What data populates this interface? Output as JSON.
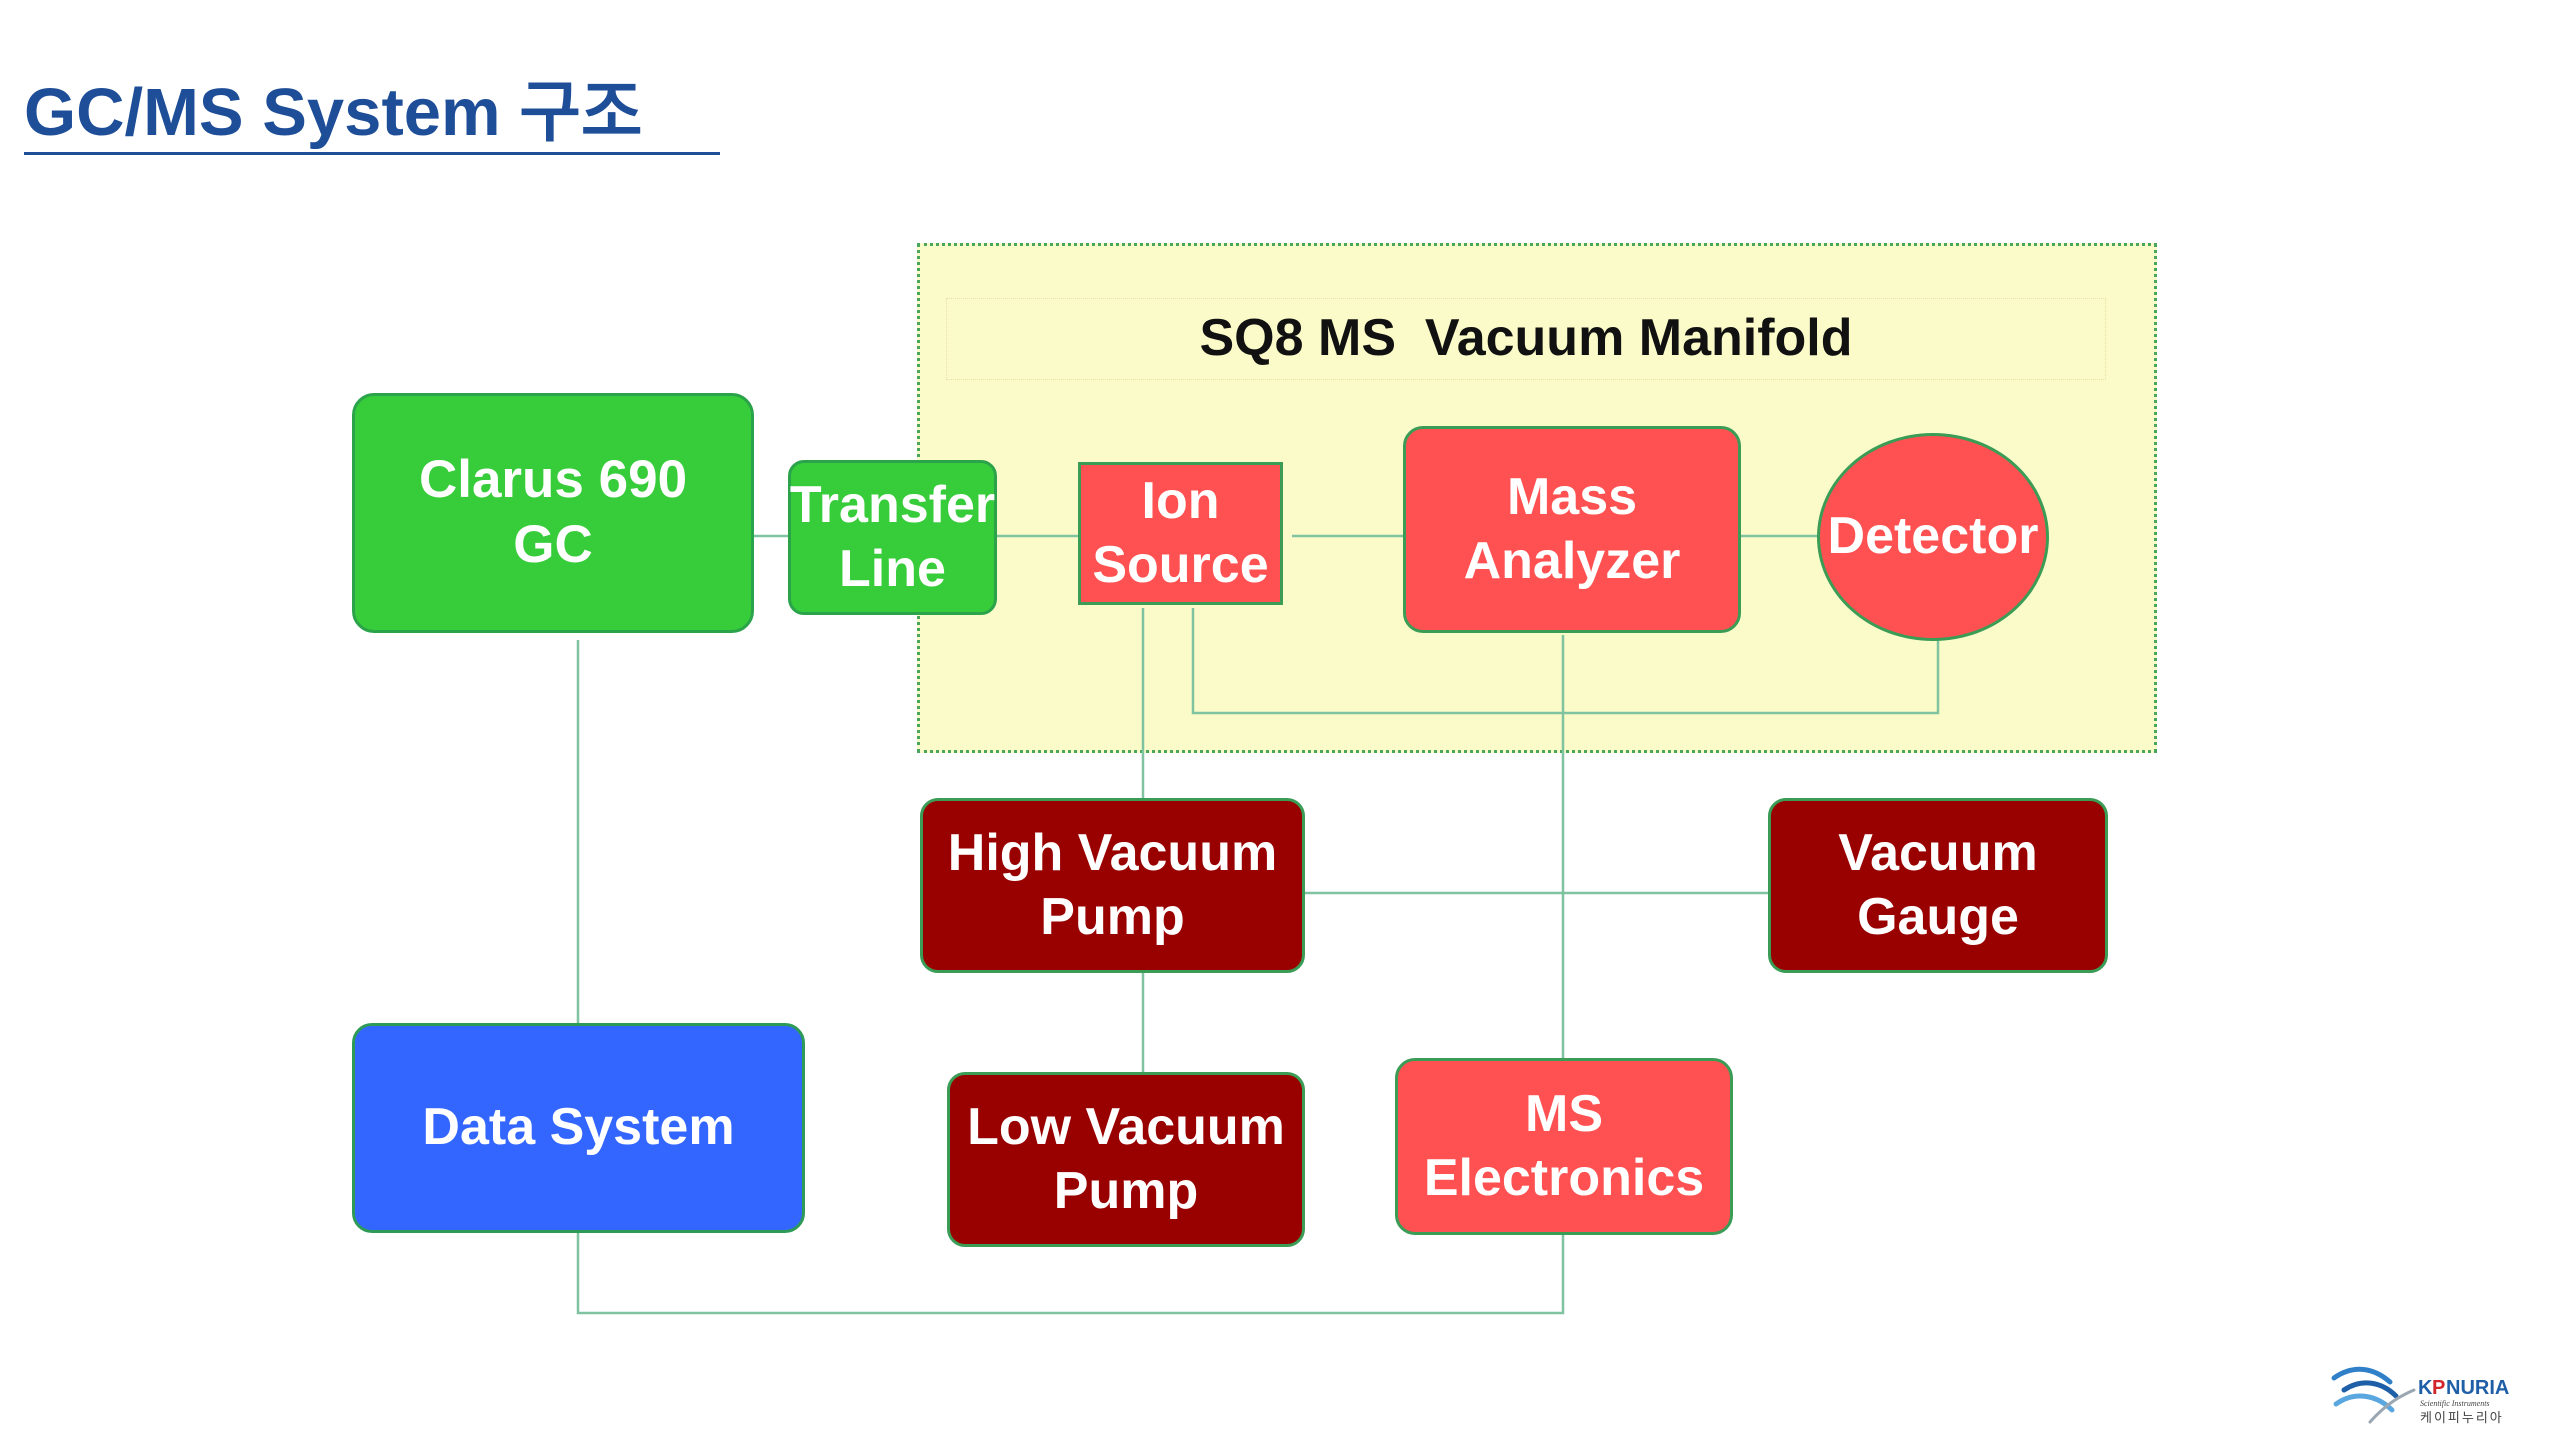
{
  "slide": {
    "title": "GC/MS System 구조"
  },
  "manifold": {
    "label": "SQ8 MS  Vacuum Manifold"
  },
  "components": {
    "gc": "Clarus 690\nGC",
    "transfer_line": "Transfer\nLine",
    "ion_source": "Ion\nSource",
    "mass_analyzer": "Mass\nAnalyzer",
    "detector": "Detector",
    "high_vacuum_pump": "High Vacuum\nPump",
    "vacuum_gauge": "Vacuum\nGauge",
    "data_system": "Data System",
    "low_vacuum_pump": "Low Vacuum\nPump",
    "ms_electronics": "MS\nElectronics"
  },
  "colors": {
    "title": "#1f4e99",
    "gc_green": "#37cc3a",
    "ms_red": "#ff5151",
    "pump_dark_red": "#990000",
    "data_blue": "#3366ff",
    "manifold_yellow": "#fbfbc9",
    "connector": "#7fc3a0"
  },
  "logo": {
    "brand": "KPNURIA",
    "tagline": "Scientific Instruments",
    "korean": "케이피누리아"
  }
}
